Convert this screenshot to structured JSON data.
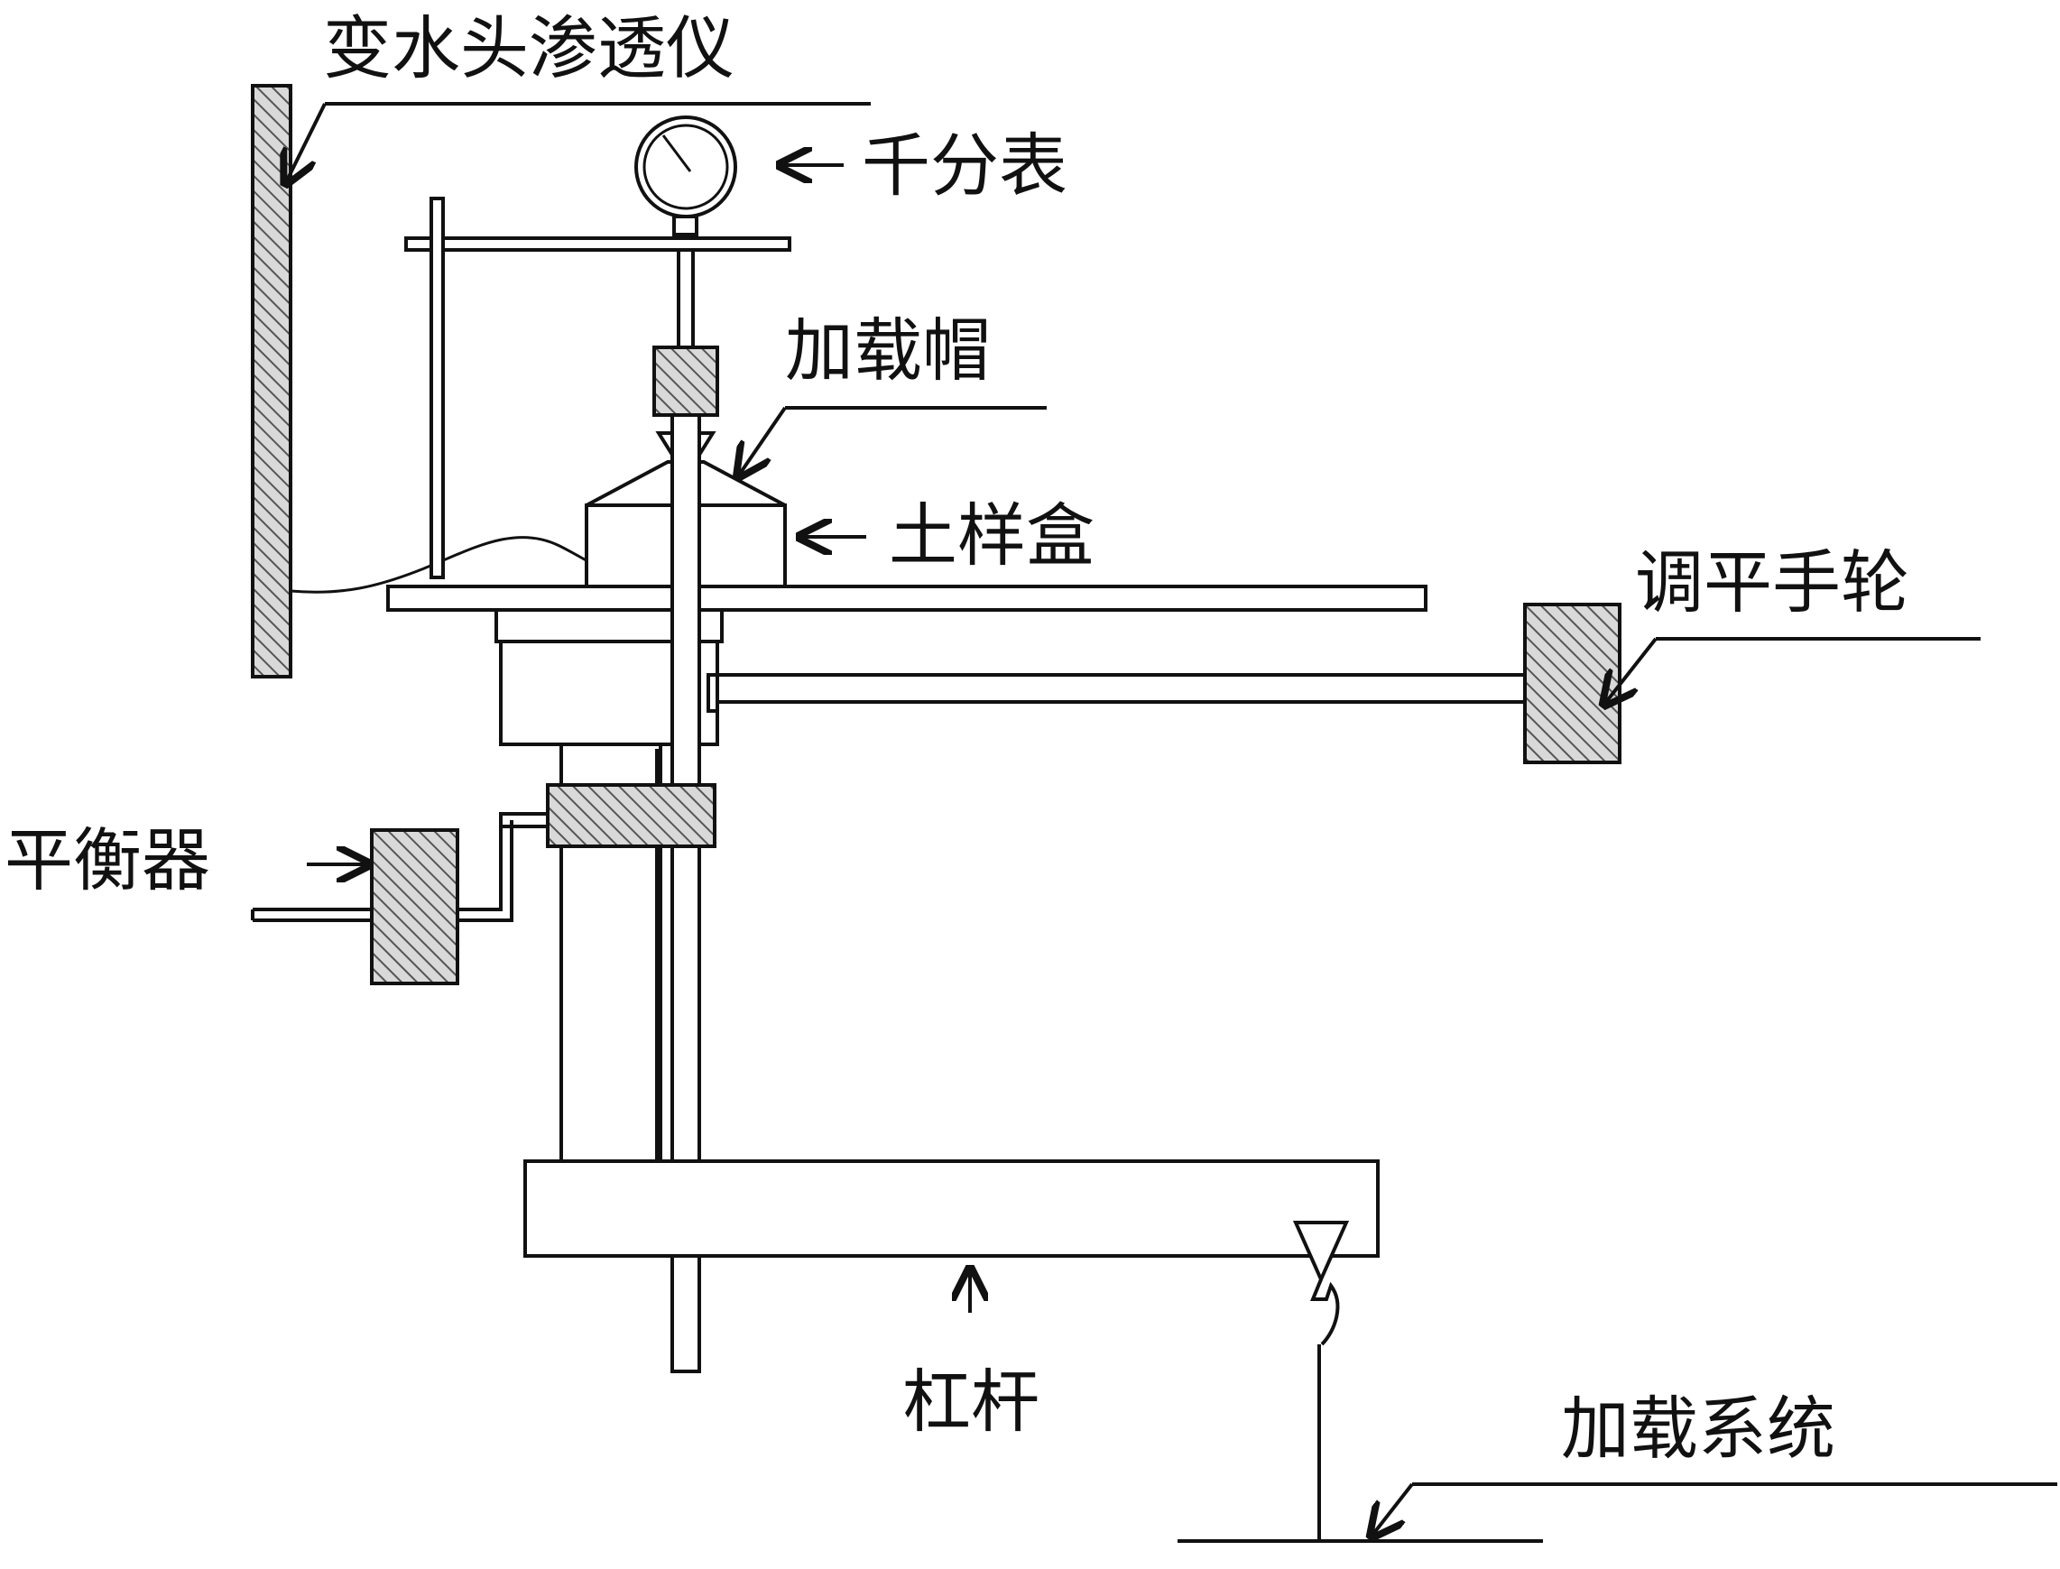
{
  "labels": {
    "permeameter": "变水头渗透仪",
    "dial_gauge": "千分表",
    "loading_cap": "加载帽",
    "soil_box": "土样盒",
    "leveling_wheel": "调平手轮",
    "balancer": "平衡器",
    "lever": "杠杆",
    "loading_system": "加载系统"
  },
  "colors": {
    "line": "#111111",
    "hatch": "#555555",
    "background": "#ffffff"
  }
}
